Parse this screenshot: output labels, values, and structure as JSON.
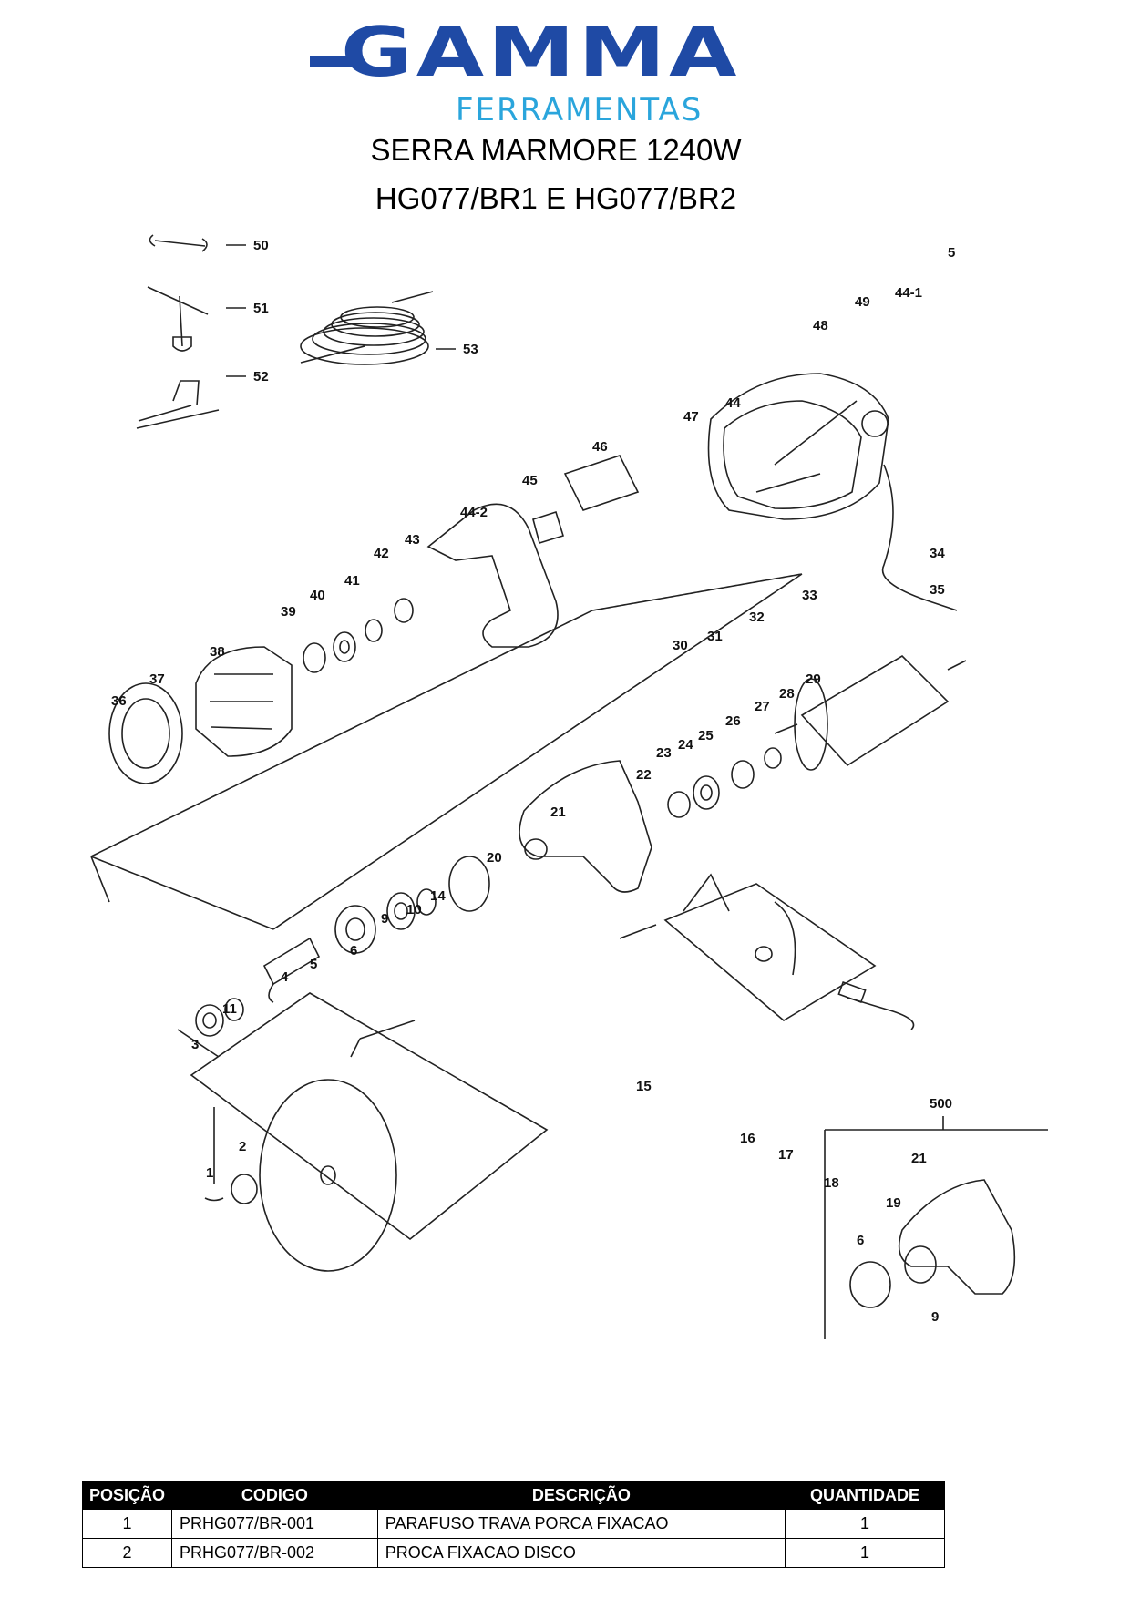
{
  "logo": {
    "word": "GAMMA",
    "sub": "FERRAMENTAS",
    "colors": {
      "primary": "#1f4aa5",
      "secondary": "#2aa5dc"
    }
  },
  "title": {
    "line1": "SERRA MARMORE 1240W",
    "line2": "HG077/BR1 E HG077/BR2"
  },
  "diagram": {
    "callouts": [
      "50",
      "51",
      "52",
      "53",
      "5",
      "49",
      "44-1",
      "48",
      "47",
      "44",
      "46",
      "45",
      "44-2",
      "43",
      "42",
      "41",
      "40",
      "39",
      "38",
      "37",
      "36",
      "34",
      "35",
      "33",
      "32",
      "31",
      "30",
      "29",
      "28",
      "27",
      "26",
      "25",
      "24",
      "23",
      "22",
      "21",
      "20",
      "14",
      "10",
      "9",
      "6",
      "5",
      "4",
      "11",
      "3",
      "2",
      "1",
      "15",
      "16",
      "17",
      "18",
      "19",
      "500",
      "21",
      "6",
      "9"
    ]
  },
  "table": {
    "headers": [
      "POSIÇÃO",
      "CODIGO",
      "DESCRIÇÃO",
      "QUANTIDADE"
    ],
    "rows": [
      [
        "1",
        "PRHG077/BR-001",
        "PARAFUSO TRAVA PORCA FIXACAO",
        "1"
      ],
      [
        "2",
        "PRHG077/BR-002",
        "PROCA FIXACAO DISCO",
        "1"
      ]
    ]
  }
}
